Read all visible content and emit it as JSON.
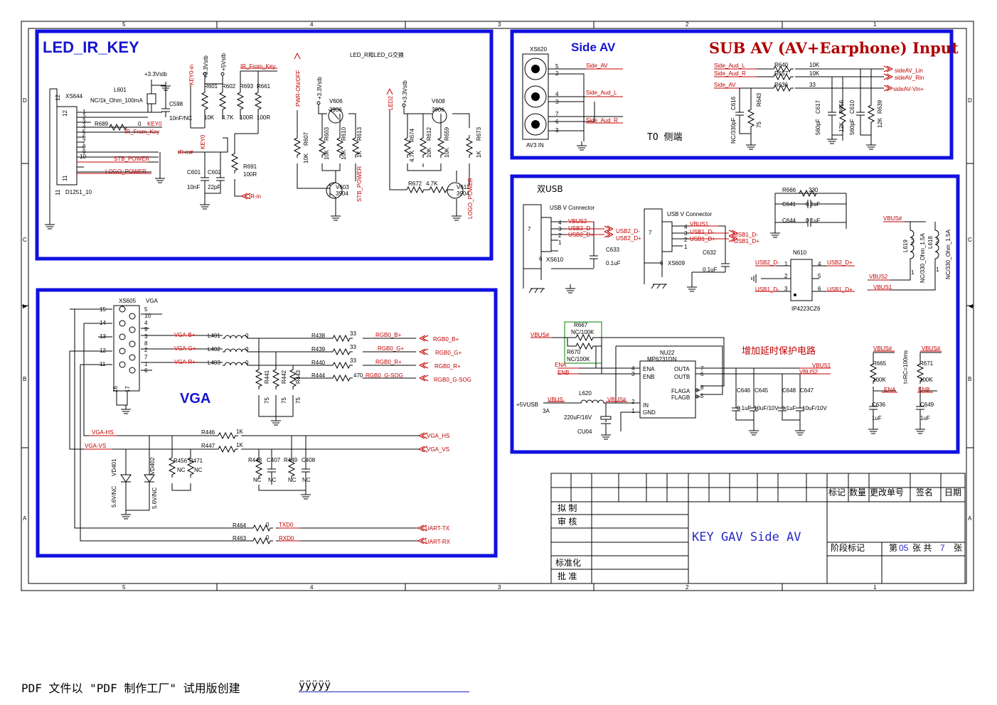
{
  "frame": {
    "cols": [
      "5",
      "4",
      "3",
      "2",
      "1"
    ],
    "rows": [
      "D",
      "C",
      "B",
      "A"
    ]
  },
  "led": {
    "title": "LED_IR_KEY",
    "swap_note": "LED_R和LED_G交换",
    "xs644": "XS644",
    "d1251": "D1251_10",
    "l601": "L601",
    "l601_val": "NC/1k_Ohm_100mA",
    "c598": "C598",
    "c598_val": "10nF/NC",
    "v33stb": "+3.3Vstb",
    "v5stb": "+5Vstb",
    "key0_in": "KEY0-in",
    "ir_from_key": "IR_From_Key",
    "r689": "R689",
    "r689_val": "0",
    "key0": "KEY0",
    "stb_power": "STB_POWER",
    "logo_power": "LOGO_POWER",
    "ir_in_hash": "IR-in#",
    "r601": "R601",
    "r602": "R602",
    "r693": "R693",
    "r661": "R661",
    "v_10k": "10K",
    "v_47k": "4.7K",
    "v_100r": "100R",
    "v_1k": "1K",
    "r691": "R691",
    "c601": "C601",
    "c602": "C602",
    "c601_val": "10nF",
    "c602_val": "22pF",
    "ir_in": "IR-in",
    "pwr_onoff": "PWR-ON/OFF",
    "v606": "V606",
    "v3906": "3906",
    "v3904": "3904",
    "r607": "R607",
    "r603": "R603",
    "r610": "R610",
    "r613": "R613",
    "v603": "V603",
    "led2": "LED2",
    "v608": "V608",
    "r674": "R674",
    "r612": "R612",
    "r659": "R659",
    "r673": "R673",
    "r672": "R672",
    "v611": "V611",
    "pins": [
      "1",
      "2",
      "3",
      "4",
      "5",
      "6",
      "7",
      "8",
      "9",
      "10",
      "11",
      "12"
    ]
  },
  "sideav": {
    "title": "Side AV",
    "title2": "SUB AV (AV+Earphone) Input",
    "xs620": "XS620",
    "av3": "AV3 IN",
    "side_av": "Side_AV",
    "side_aud_l": "Side_Aud_L",
    "side_aud_r": "Side_Aud_R",
    "to_side": "TO 侧端",
    "r640": "R640",
    "r657": "R657",
    "r636": "R636",
    "v10k": "10K",
    "v33": "33",
    "out_lin": "sideAV_Lin",
    "out_rin": "sideAV_Rin",
    "out_vin": "sideAV-Vin+",
    "c616": "C616",
    "c616_val": "NC/330pF",
    "r643": "R643",
    "r643_val": "75",
    "c617": "C617",
    "c617_val": "560pF",
    "r656": "R656",
    "r656_val": "12K",
    "c610": "C610",
    "c610_val": "560pF",
    "r639": "R639",
    "r639_val": "12K",
    "pins": [
      "5",
      "2",
      "4",
      "3",
      "7",
      "6",
      "3"
    ]
  },
  "usb": {
    "title": "双USB",
    "conn_label": "USB V Connector",
    "xs610": "XS610",
    "xs609": "XS609",
    "vbus2": "VBUS2",
    "usb2_dm": "USB2_D-",
    "usb2_dp": "USB2_D+",
    "vbus1": "VBUS1",
    "usb1_dm": "USB1_D-",
    "usb1_dp": "USB1_D+",
    "c633": "C633",
    "c632": "C632",
    "c01uf": "0.1uF",
    "r666": "R666",
    "r666_val": "330",
    "c641": "C641",
    "c644": "C644",
    "n610": "N610",
    "ip": "IP4223CZ6",
    "vbus_hash": "VBUS#",
    "l619": "L619",
    "l618": "L618",
    "l_val": "NC/330_Ohm_1.5A",
    "r667": "R667",
    "r667_val": "NC/100K",
    "r670": "R670",
    "r670_val": "NC/100K",
    "ena": "ENA",
    "enb": "ENB",
    "nu22": "NU22",
    "mp": "MP6231DN",
    "ic_pins": [
      "ENA",
      "ENB",
      "OUTA",
      "OUTB",
      "FLAGA",
      "FLAGB",
      "IN",
      "GND"
    ],
    "delay_note": "增加延时保护电路",
    "c646": "C646",
    "c645": "C645",
    "c648": "C648",
    "c647": "C647",
    "c10uf": "10uF/10V",
    "r665": "R665",
    "r671": "R671",
    "v100k": "100K",
    "c636": "C636",
    "c649": "C649",
    "c1uf": "1uF",
    "rc_note": "t=RC=100ms",
    "l620": "L620",
    "v5usb": "+5VUSB",
    "i3a": "3A",
    "cu04": "CU04",
    "cu04_val": "220uF/16V",
    "vbus": "VBUS",
    "vbus_hash2": "VBUS#"
  },
  "vga": {
    "title": "VGA",
    "xs605": "XS605",
    "vga_lbl": "VGA",
    "vga_b": "VGA-B+",
    "vga_g": "VGA-G+",
    "vga_r": "VGA-R+",
    "l401": "L401",
    "l402": "L402",
    "l403": "L403",
    "v0": "0",
    "r438": "R438",
    "r439": "R439",
    "r440": "R440",
    "r444": "R444",
    "v33": "33",
    "v470": "470",
    "rgb_b": "RGB0_B+",
    "rgb_g": "RGB0_G+",
    "rgb_r": "RGB0_R+",
    "rgb_sog": "RGB0_G-SOG",
    "r441": "R441",
    "r442": "R442",
    "r443": "R443",
    "v75": "75",
    "vga_hs": "VGA-HS",
    "vga_vs": "VGA-VS",
    "vga_hs_out": "VGA_HS",
    "vga_vs_out": "VGA_VS",
    "r446": "R446",
    "r447": "R447",
    "v1k": "1K",
    "vd401": "VD401",
    "vd402": "VD402",
    "vd_val": "5.6V/NC",
    "r456": "R456",
    "r471": "R471",
    "nc": "NC",
    "r448": "R448",
    "c407": "C407",
    "r449": "R449",
    "c408": "C408",
    "r464": "R464",
    "r463": "R463",
    "txd0": "TXD0",
    "rxd0": "RXD0",
    "uart_tx": "UART-TX",
    "uart_rx": "UART-RX",
    "pins": [
      "15",
      "14",
      "13",
      "12",
      "11",
      "5",
      "10",
      "4",
      "9",
      "3",
      "8",
      "2",
      "7",
      "1",
      "6",
      "16",
      "17"
    ]
  },
  "titleblock": {
    "title": "KEY GAV Side AV",
    "headers": [
      "标记",
      "数量",
      "更改单号",
      "签名",
      "日期"
    ],
    "draw": "拟 制",
    "check": "审 核",
    "std": "标准化",
    "approve": "批 准",
    "stage": "阶段标记",
    "sheet_pre": "第",
    "sheet_no": "05",
    "sheet_mid": "张 共",
    "sheet_total": "7",
    "sheet_post": "张"
  },
  "footer": {
    "note": "PDF 文件以 \"PDF 制作工厂\" 试用版创建",
    "link": "ÿÿÿÿÿ"
  }
}
